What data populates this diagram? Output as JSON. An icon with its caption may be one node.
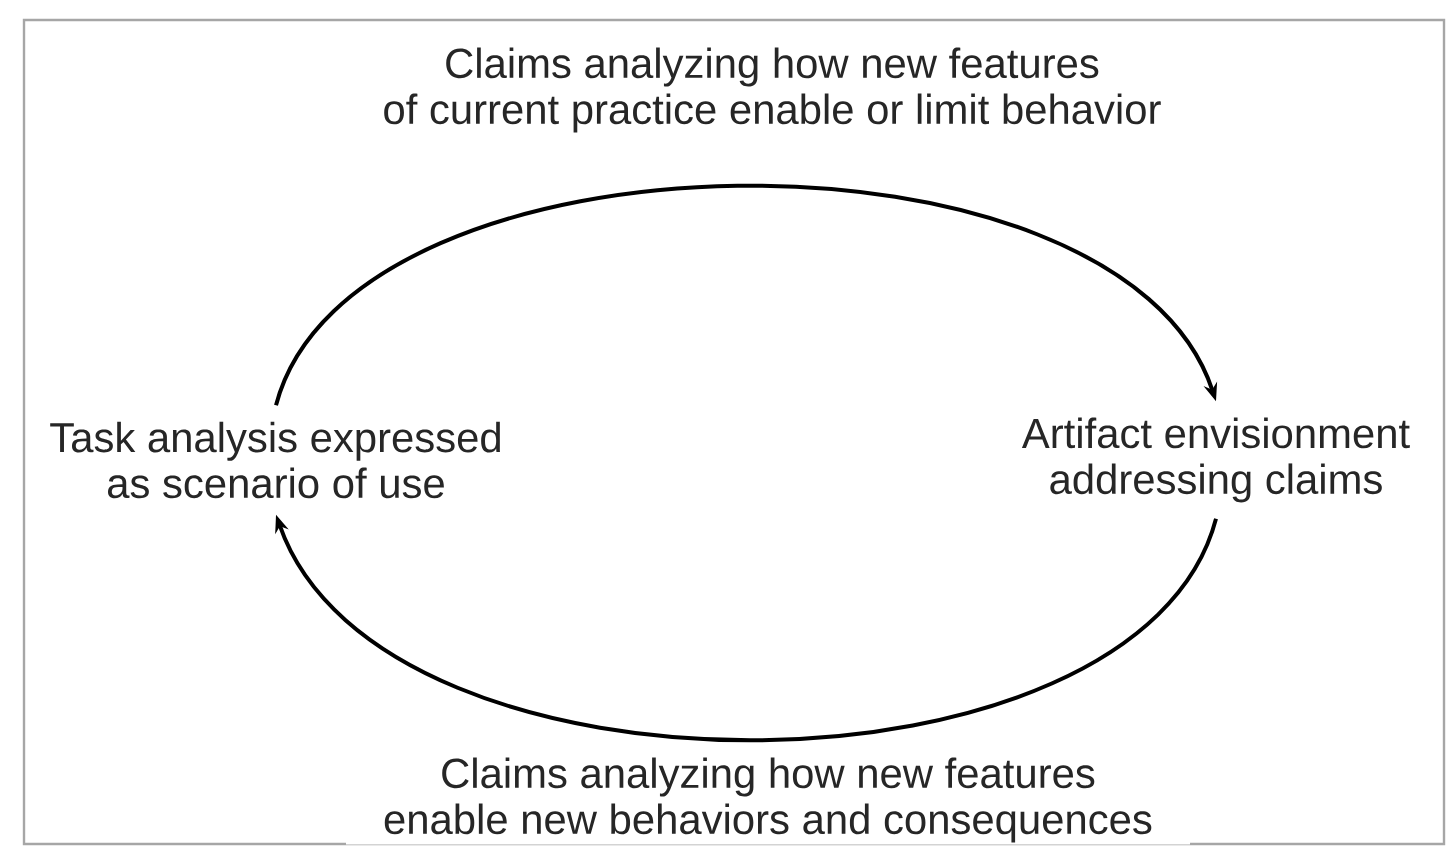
{
  "diagram": {
    "nodes": [
      {
        "text": [
          "Task analysis expressed as scenario of use"
        ]
      },
      {
        "text": [
          "Artifact envisionment addressing claims"
        ]
      }
    ],
    "edges": [
      {
        "from": 0,
        "to": 1,
        "arrow": "to",
        "label": "Claims analyzing how new features of current practice enable or limit behavior"
      },
      {
        "from": 1,
        "to": 0,
        "arrow": "to",
        "label": "Claims analyzing how new features enable new behaviors and consequences"
      }
    ]
  }
}
